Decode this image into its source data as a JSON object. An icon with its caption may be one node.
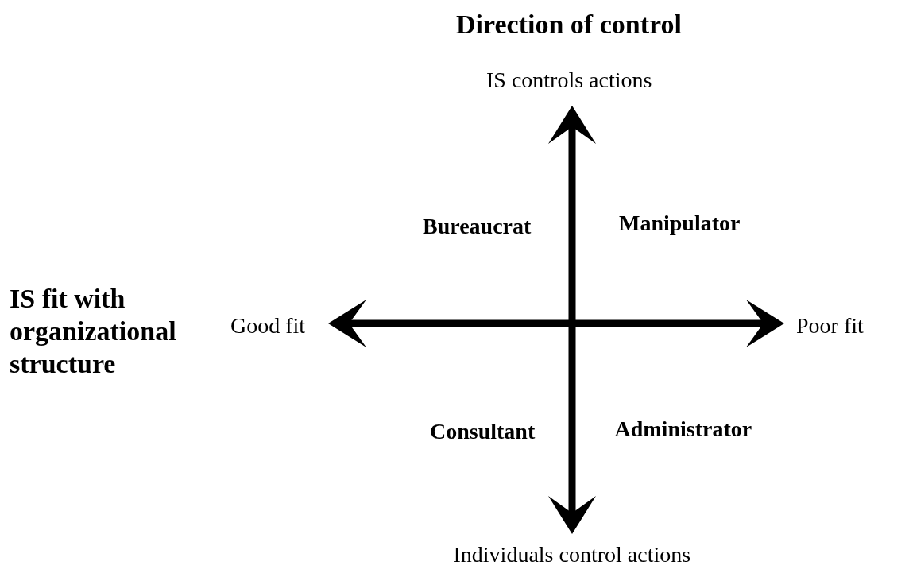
{
  "diagram": {
    "labels": [
      "Direction of control",
      "IS controls actions",
      "Bureaucrat",
      "Manipulator",
      "IS fit with organizational structure",
      "Good fit",
      "Poor fit",
      "Consultant",
      "Administrator",
      "Individuals control actions"
    ]
  }
}
